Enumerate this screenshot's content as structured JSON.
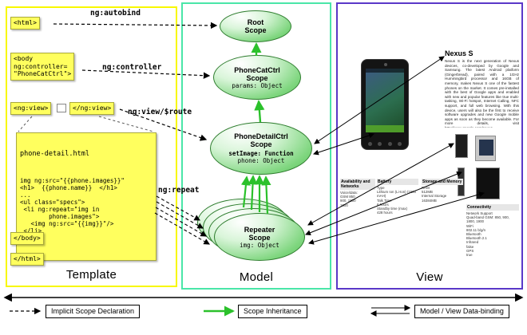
{
  "panels": {
    "template": {
      "label": "Template"
    },
    "model": {
      "label": "Model"
    },
    "view": {
      "label": "View"
    }
  },
  "template": {
    "tags": {
      "html_open": "<html>",
      "body_open": "<body\nng:controller=\n\"PhoneCatCtrl\">",
      "ngview_open": "<ng:view>",
      "ngview_close": "</ng:view>",
      "body_close": "</body>",
      "html_close": "</html>"
    },
    "labels": {
      "autobind": "ng:autobind",
      "controller": "ng:controller",
      "view_route": "ng:view/$route",
      "repeat": "ng:repeat"
    },
    "code": {
      "title": "phone-detail.html",
      "lines": [
        "img ng:src=\"{{phone.images}}\"",
        "<h1>  {{phone.name}}  </h1>",
        "...",
        "<ul class=\"specs\">",
        " <li ng:repeat=\"img in",
        "        phone.images\">",
        "   <img ng:src=\"{{img}}\"/>",
        " </li>",
        "..."
      ]
    }
  },
  "model": {
    "scopes": {
      "root": {
        "name": "Root\nScope"
      },
      "phonecat": {
        "name": "PhoneCatCtrl\nScope",
        "props": "params: Object"
      },
      "phonedetail": {
        "name": "PhoneDetailCtrl\nScope",
        "fn": "setImage: Function",
        "props": "phone: Object"
      },
      "repeater": {
        "name": "Repeater\nScope",
        "props": "img: Object"
      }
    }
  },
  "view": {
    "device_title": "Nexus S",
    "description": "Nexus S is the next generation of Nexus devices, co-developed by Google and Samsung. The latest Android platform (Gingerbread), paired with a 1GHz Hummingbird processor and 16GB of memory, makes Nexus S one of the fastest phones on the market. It comes pre-installed with the best of Google apps and enabled with new and popular features like true multi-tasking, Wi-Fi hotspot, Internet Calling, NFC support, and full web browsing. With this device, users will also be the first to receive software upgrades and new Google mobile apps as soon as they become available. For more details, visit http://www.google.com/nexus.",
    "specs": [
      {
        "header": "Availability and Networks",
        "rows": [
          "Voice/data:",
          "GSM 850",
          "900, 1800",
          "1900"
        ]
      },
      {
        "header": "Battery",
        "rows": [
          "Type",
          "Lithium Ion (Li-Ion) (1500 mAH)",
          "Talk Time",
          "6 hours",
          "Standby time (max)",
          "428 hours"
        ]
      },
      {
        "header": "Storage and Memory",
        "rows": [
          "RAM",
          "512MB",
          "Internal Storage",
          "16384MB"
        ]
      },
      {
        "header": "Connectivity",
        "rows": [
          "Network Support",
          "Quad-band GSM: 850, 900, 1800, 1900",
          "WiFi",
          "802.11 b/g/n",
          "Bluetooth",
          "Bluetooth 2.1",
          "Infrared",
          "false",
          "GPS",
          "true"
        ]
      }
    ]
  },
  "legend": {
    "implicit": "Implicit Scope Declaration",
    "inheritance": "Scope Inheritance",
    "databinding": "Model / View Data-binding"
  },
  "colors": {
    "template_border": "#f8f800",
    "model_border": "#4ae6a8",
    "view_border": "#5a38c8",
    "sticky_note": "#ffff5e",
    "scope_fill": "#7fd67f",
    "scope_border": "#2f7d2f",
    "inheritance_arrow": "#2bc12b",
    "declaration_arrow": "#000000",
    "databinding_arrow": "#000000"
  }
}
